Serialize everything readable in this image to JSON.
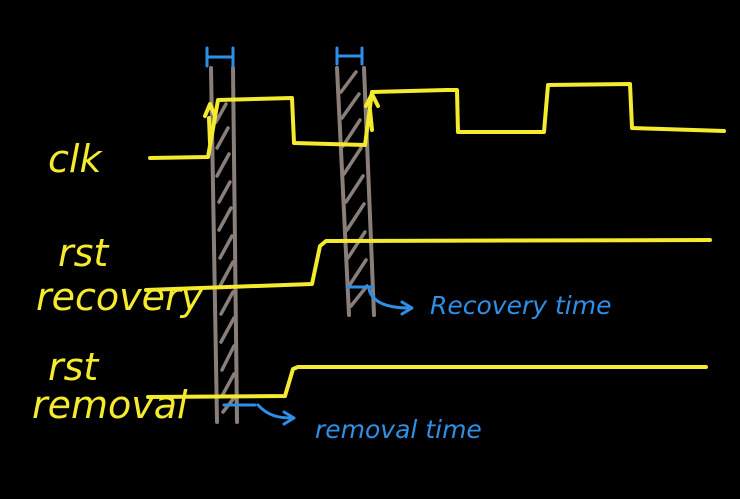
{
  "colors": {
    "background": "#000000",
    "signal": "#f4ea2e",
    "annotation": "#2f8fe6",
    "window_band": "#8a7f78"
  },
  "signals": {
    "clk": {
      "label": "clk"
    },
    "rst_recovery": {
      "label_line1": "rst",
      "label_line2": "recovery"
    },
    "rst_removal": {
      "label_line1": "rst",
      "label_line2": "removal"
    }
  },
  "annotations": {
    "recovery_time": "Recovery time",
    "removal_time": "removal time"
  }
}
